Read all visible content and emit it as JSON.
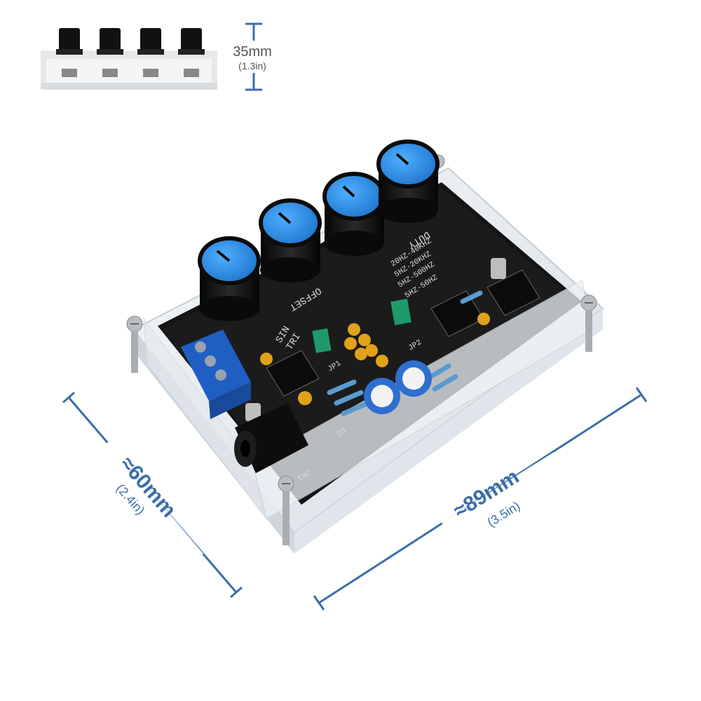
{
  "colors": {
    "dimension_line": "#3b6ea8",
    "dimension_text": "#3b6ea8",
    "height_text": "#555555",
    "knob_cap": "#2f8fe0",
    "knob_body": "#111111",
    "pcb": "#141414",
    "acrylic": "#e8eef2",
    "terminal_block": "#1f5fc4",
    "jumper": "#1e9a6a",
    "capacitor": "#e0a21a"
  },
  "height_label": {
    "metric": "35mm",
    "imperial": "(1.3in)"
  },
  "depth_label": {
    "metric": "≈60mm",
    "imperial": "(2.4in)"
  },
  "width_label": {
    "metric": "≈89mm",
    "imperial": "(3.5in)"
  },
  "pcb_silkscreen": {
    "freq_range_1": "20HZ-40KHZ",
    "freq_range_2": "5HZ-20KHZ",
    "freq_range_3": "5HZ-500HZ",
    "freq_range_4": "5HZ-50HZ",
    "knob_label_duty": "DUTY",
    "knob_label_offset": "OFFSET",
    "wave_label_1": "SIN",
    "wave_label_2": "TRI",
    "jumper_1": "JP1",
    "jumper_2": "JP2",
    "power_jack": "JK1",
    "ic_label": "U2"
  },
  "icons": [
    "knob-icon",
    "terminal-block-icon",
    "power-jack-icon",
    "screw-icon"
  ]
}
